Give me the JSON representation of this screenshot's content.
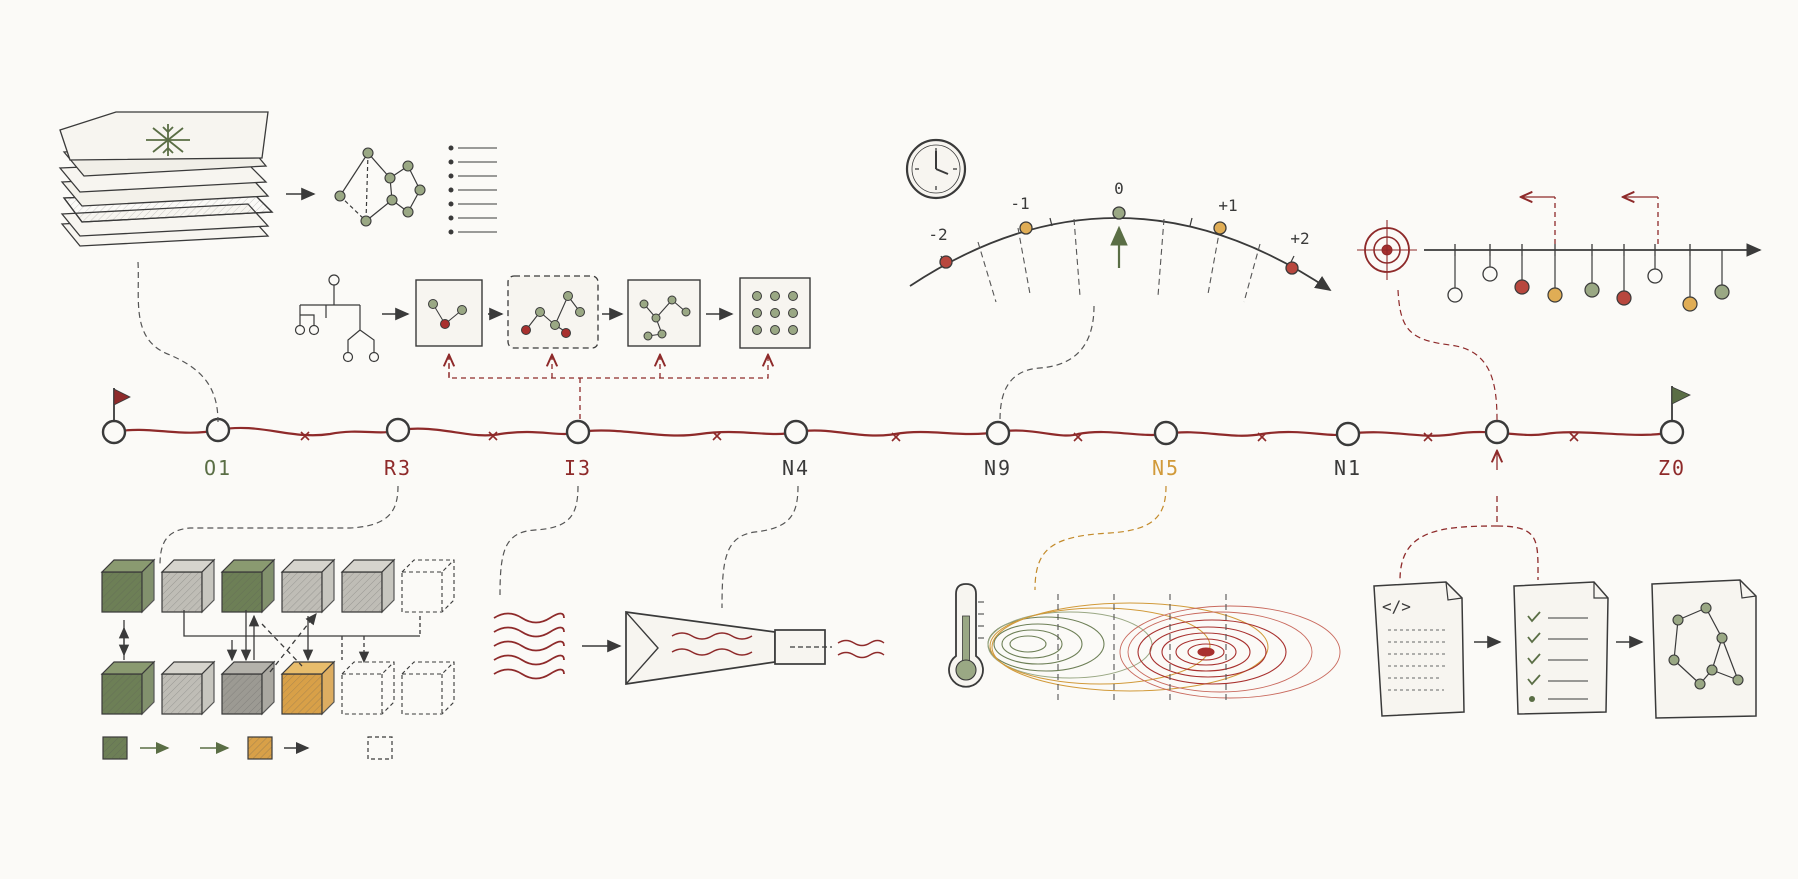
{
  "colors": {
    "ink": "#3a3a3a",
    "red": "#8e2a2a",
    "green": "#5a6e45",
    "orange": "#d19a3a",
    "grey": "#9a9a94",
    "paper": "#fbfaf7"
  },
  "timeline": {
    "nodes": [
      {
        "label": "",
        "color": "ink"
      },
      {
        "label": "O1",
        "color": "green"
      },
      {
        "label": "R3",
        "color": "red"
      },
      {
        "label": "I3",
        "color": "red"
      },
      {
        "label": "N4",
        "color": "ink"
      },
      {
        "label": "N9",
        "color": "ink"
      },
      {
        "label": "N5",
        "color": "orange"
      },
      {
        "label": "N1",
        "color": "ink"
      },
      {
        "label": "",
        "color": "ink"
      },
      {
        "label": "Z0",
        "color": "red"
      }
    ]
  },
  "arc_scale": {
    "ticks": [
      {
        "label": "-2",
        "color": "red"
      },
      {
        "label": "-1",
        "color": "orange"
      },
      {
        "label": "0",
        "color": "grey"
      },
      {
        "label": "+1",
        "color": "orange"
      },
      {
        "label": "+2",
        "color": "red"
      }
    ]
  },
  "code_doc": {
    "label": "</>"
  },
  "icons": [
    "start-flag-icon",
    "end-flag-icon",
    "clock-icon",
    "target-icon",
    "thermometer-icon",
    "snowflake-icon",
    "funnel-icon",
    "code-document-icon",
    "checklist-document-icon",
    "graph-document-icon"
  ]
}
